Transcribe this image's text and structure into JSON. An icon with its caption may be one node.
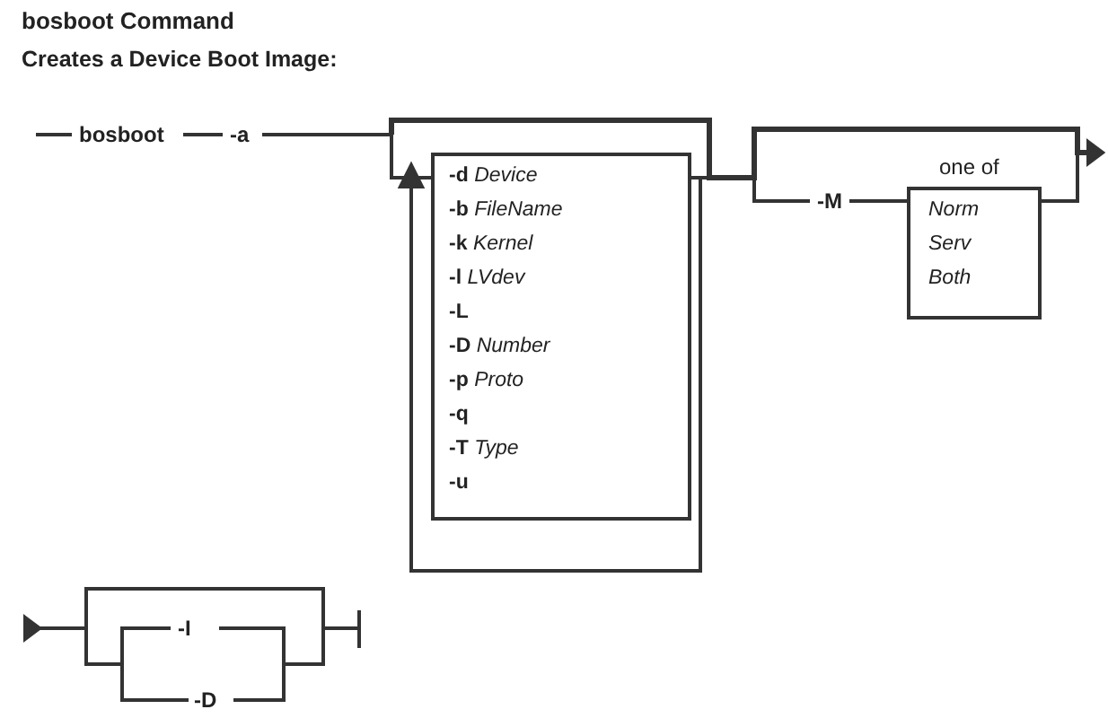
{
  "diagram": {
    "title": "bosboot Command",
    "nodes": [
      {
        "text": [
          "**-d** *Device*",
          "**-b** *FileName*",
          "**-k** *Kernel*",
          "**-l** *LVdev*",
          "**-L**",
          "**-D** *Number*",
          "**-p** *Proto*",
          "**-q**",
          "**-T** *Type*",
          "**-u**"
        ]
      },
      {
        "text": [
          "Norm",
          "Serv",
          "Both"
        ],
        "beside": [
          "one of"
        ]
      }
    ],
    "edges": [
      {
        "from": 0,
        "to": 1,
        "arrow": "none",
        "label": "-M"
      }
    ],
    "labels": [
      "Creates a Device Boot Image:",
      "bosboot",
      "-a",
      "-I",
      "-D"
    ]
  }
}
